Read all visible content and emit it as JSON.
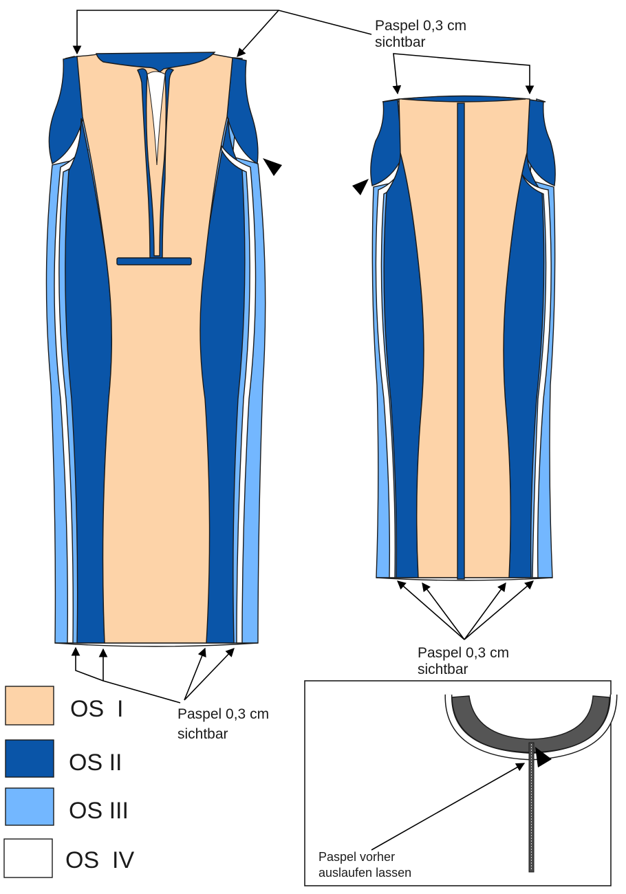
{
  "colors": {
    "os_i": "#fdd3a8",
    "os_ii": "#0a55a8",
    "os_iii": "#73b7ff",
    "os_iv": "#ffffff",
    "collar": "#555555",
    "outline": "#1a1a1a"
  },
  "labels": {
    "front_top_line1": "Paspel 0,3 cm",
    "front_top_line2": "sichtbar",
    "back_bottom_line1": "Paspel 0,3 cm",
    "back_bottom_line2": "sichtbar",
    "front_bottom_line1": "Paspel 0,3 cm",
    "front_bottom_line2": "sichtbar",
    "detail_line1": "Paspel vorher",
    "detail_line2": "auslaufen lassen"
  },
  "legend": [
    {
      "label": "OS  I",
      "color": "#fdd3a8"
    },
    {
      "label": "OS II",
      "color": "#0a55a8"
    },
    {
      "label": "OS III",
      "color": "#73b7ff"
    },
    {
      "label": "OS  IV",
      "color": "#ffffff"
    }
  ]
}
